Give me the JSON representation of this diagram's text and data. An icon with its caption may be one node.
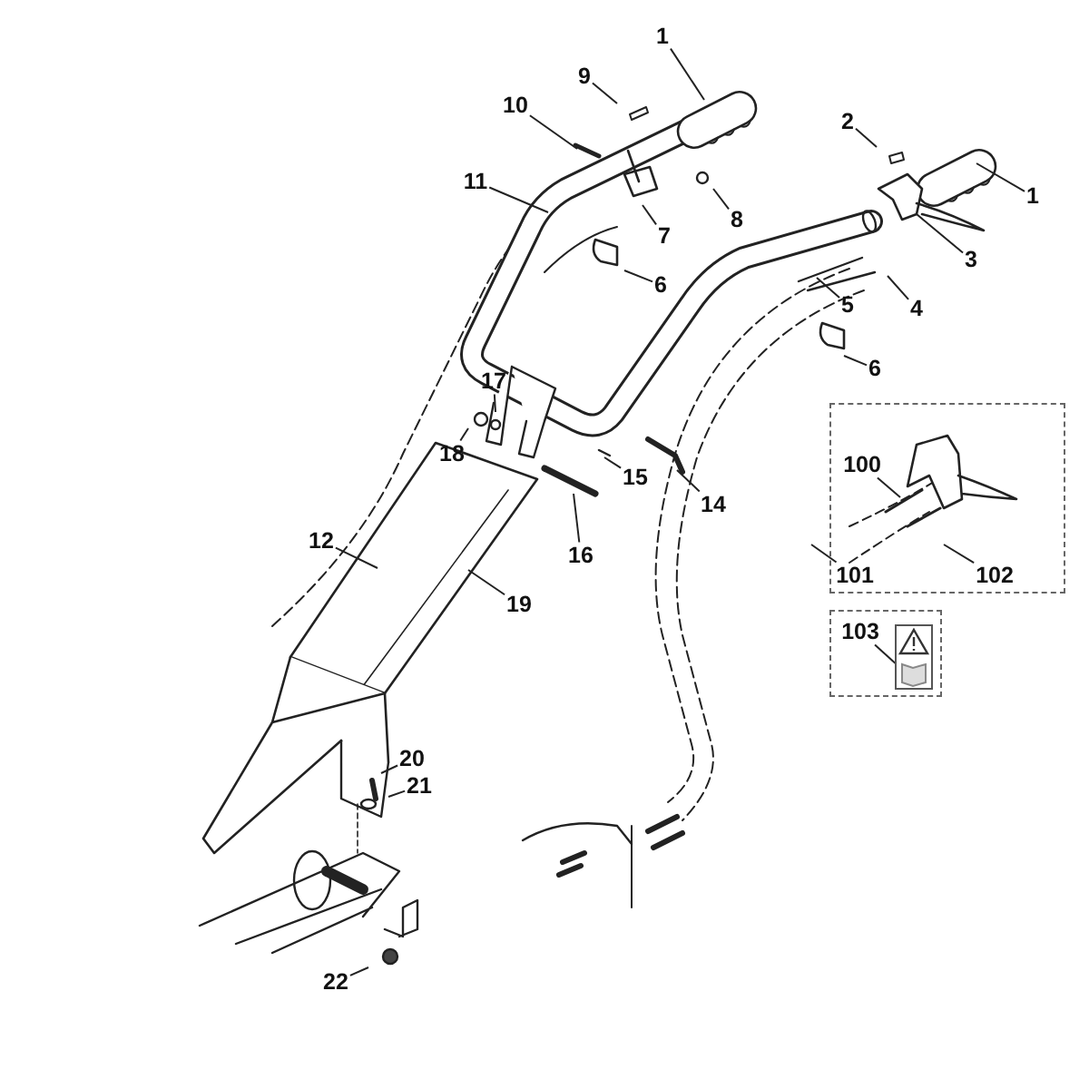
{
  "diagram": {
    "nodes": [
      {
        "text": [
          "1"
        ]
      },
      {
        "text": [
          "9"
        ]
      },
      {
        "text": [
          "10"
        ]
      },
      {
        "text": [
          "2"
        ]
      },
      {
        "text": [
          "11"
        ]
      },
      {
        "text": [
          "1"
        ]
      },
      {
        "text": [
          "7"
        ]
      },
      {
        "text": [
          "8"
        ]
      },
      {
        "text": [
          "3"
        ]
      },
      {
        "text": [
          "6"
        ]
      },
      {
        "text": [
          "4"
        ]
      },
      {
        "text": [
          "5"
        ]
      },
      {
        "text": [
          "6"
        ]
      },
      {
        "text": [
          "17"
        ]
      },
      {
        "text": [
          "18"
        ]
      },
      {
        "text": [],
        "shape": "box"
      },
      {
        "text": [
          "100"
        ],
        "in": 15
      },
      {
        "text": [
          "15"
        ]
      },
      {
        "text": [
          "14"
        ]
      },
      {
        "text": [
          "16"
        ]
      },
      {
        "text": [
          "12"
        ]
      },
      {
        "text": [
          "101"
        ],
        "in": 15
      },
      {
        "text": [
          "102"
        ],
        "in": 15
      },
      {
        "text": [
          "19"
        ]
      },
      {
        "text": [],
        "shape": "box"
      },
      {
        "text": [
          "103"
        ],
        "in": 24
      },
      {
        "text": [
          "20"
        ]
      },
      {
        "text": [
          "21"
        ]
      },
      {
        "text": [
          "22"
        ]
      }
    ],
    "edges": [
      {
        "from": 0,
        "to": null,
        "arrow": "none"
      },
      {
        "from": 1,
        "to": null,
        "arrow": "none"
      },
      {
        "from": 2,
        "to": null,
        "arrow": "none"
      },
      {
        "from": 3,
        "to": null,
        "arrow": "none"
      },
      {
        "from": 4,
        "to": null,
        "arrow": "none"
      },
      {
        "from": 5,
        "to": null,
        "arrow": "none"
      },
      {
        "from": 6,
        "to": null,
        "arrow": "none"
      },
      {
        "from": 7,
        "to": null,
        "arrow": "none"
      },
      {
        "from": 8,
        "to": null,
        "arrow": "none"
      },
      {
        "from": 9,
        "to": null,
        "arrow": "none"
      },
      {
        "from": 10,
        "to": null,
        "arrow": "none"
      },
      {
        "from": 11,
        "to": null,
        "arrow": "none"
      },
      {
        "from": 12,
        "to": null,
        "arrow": "none"
      },
      {
        "from": 13,
        "to": null,
        "arrow": "none"
      },
      {
        "from": 14,
        "to": null,
        "arrow": "none"
      },
      {
        "from": 16,
        "to": null,
        "arrow": "none"
      },
      {
        "from": 17,
        "to": null,
        "arrow": "none"
      },
      {
        "from": 18,
        "to": null,
        "arrow": "none"
      },
      {
        "from": 19,
        "to": null,
        "arrow": "none"
      },
      {
        "from": 20,
        "to": null,
        "arrow": "none"
      },
      {
        "from": 21,
        "to": null,
        "arrow": "none"
      },
      {
        "from": 22,
        "to": null,
        "arrow": "none"
      },
      {
        "from": 23,
        "to": null,
        "arrow": "none"
      },
      {
        "from": 25,
        "to": null,
        "arrow": "none"
      },
      {
        "from": 26,
        "to": null,
        "arrow": "none"
      },
      {
        "from": 27,
        "to": null,
        "arrow": "none"
      },
      {
        "from": 28,
        "to": null,
        "arrow": "none"
      }
    ]
  }
}
